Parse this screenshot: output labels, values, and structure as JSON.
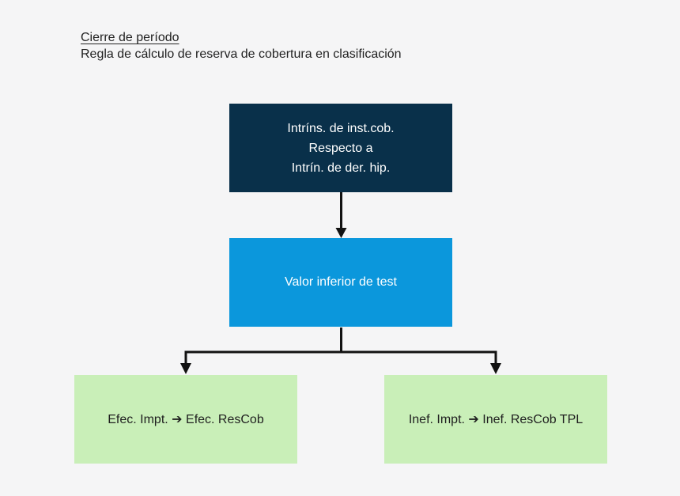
{
  "page": {
    "background_color": "#f5f5f6"
  },
  "header": {
    "title": "Cierre de período",
    "subtitle": "Regla de cálculo de reserva de cobertura en clasificación"
  },
  "diagram": {
    "colors": {
      "dark_box_bg": "#09304a",
      "blue_box_bg": "#0b97dc",
      "green_box_bg": "#c9efb8",
      "light_text": "#ffffff",
      "dark_text": "#1f1f1f",
      "connector": "#121212"
    },
    "nodes": {
      "intrinsic": {
        "lines": [
          "Intríns. de inst.cob.",
          "Respecto a",
          "Intrín. de der. hip."
        ]
      },
      "lower_test": {
        "label": "Valor inferior de test"
      },
      "effective": {
        "label": "Efec. Impt. ➔ Efec. ResCob"
      },
      "ineffective": {
        "label": "Inef. Impt. ➔ Inef. ResCob TPL"
      }
    }
  }
}
